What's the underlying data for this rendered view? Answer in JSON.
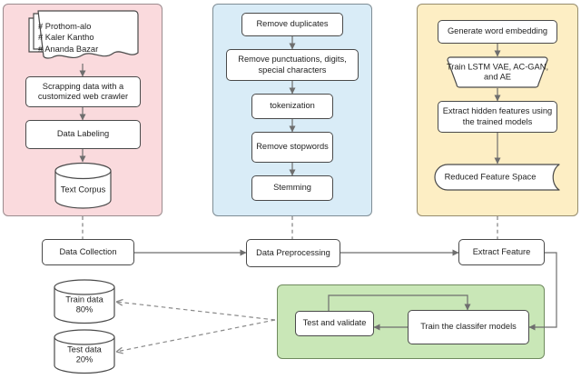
{
  "diagram": {
    "title": "Text classification pipeline flowchart",
    "colors": {
      "pink_panel": "#fadadd",
      "blue_panel": "#d9ecf7",
      "yellow_panel": "#fdeec4",
      "green_panel": "#c9e7b7",
      "node_fill": "#ffffff",
      "node_stroke": "#4a4a4a",
      "solid_connector": "#6e6e6e",
      "dashed_connector": "#8a8a8a"
    }
  },
  "data_collection_panel": {
    "sources_note": {
      "lines": "# Prothom-alo\n# Kaler Kantho\n# Ananda Bazar"
    },
    "steps": [
      {
        "label": "Scrapping data with a customized web crawler"
      },
      {
        "label": "Data Labeling"
      }
    ],
    "store": {
      "label": "Text Corpus"
    }
  },
  "preprocessing_panel": {
    "steps": [
      {
        "label": "Remove duplicates"
      },
      {
        "label": "Remove punctuations, digits, special characters"
      },
      {
        "label": "tokenization"
      },
      {
        "label": "Remove stopwords"
      },
      {
        "label": "Stemming"
      }
    ]
  },
  "feature_panel": {
    "steps": [
      {
        "label": "Generate word embedding"
      },
      {
        "label": "Train LSTM VAE, AC-GAN, and AE"
      },
      {
        "label": "Extract hidden features using the trained models"
      }
    ],
    "output": {
      "label": "Reduced Feature Space"
    }
  },
  "stages": [
    {
      "label": "Data Collection"
    },
    {
      "label": "Data Preprocessing"
    },
    {
      "label": "Extract Feature"
    }
  ],
  "datasets": [
    {
      "label": "Train data 80%",
      "name": "Train data",
      "percent": "80%"
    },
    {
      "label": "Test data 20%",
      "name": "Test data",
      "percent": "20%"
    }
  ],
  "classifier_panel": {
    "steps": [
      {
        "label": "Test and validate"
      },
      {
        "label": "Train the classifer models"
      }
    ]
  }
}
